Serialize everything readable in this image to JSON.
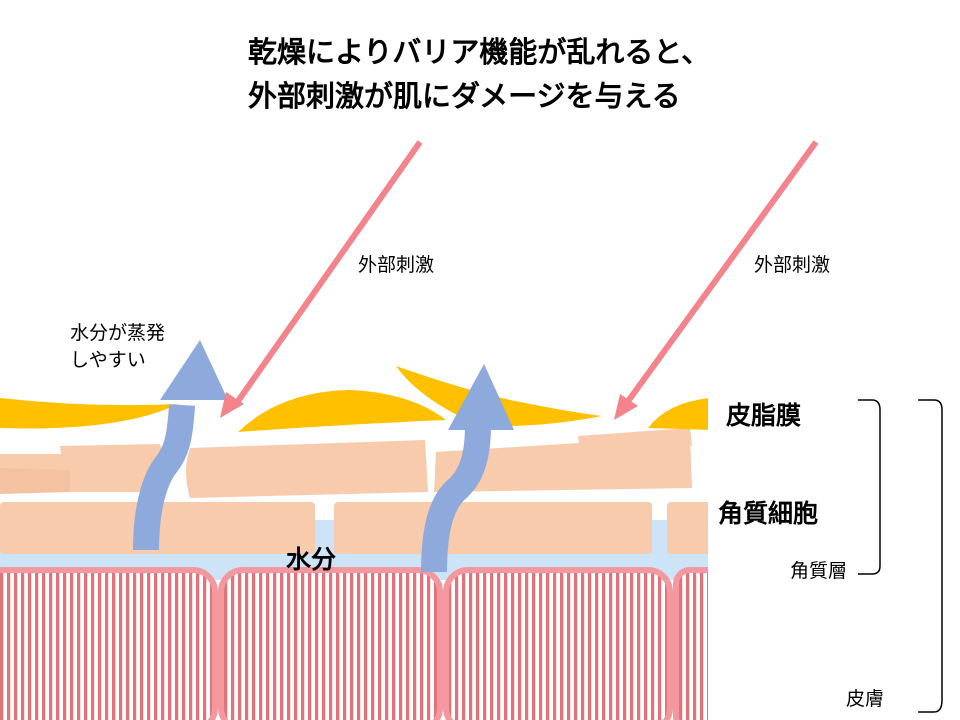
{
  "title": {
    "line1": "乾燥によりバリア機能が乱れると、",
    "line2": "外部刺激が肌にダメージを与える"
  },
  "labels": {
    "external_stimulus_1": "外部刺激",
    "external_stimulus_2": "外部刺激",
    "evaporation_line1": "水分が蒸発",
    "evaporation_line2": "しやすい",
    "sebum_film": "皮脂膜",
    "corneocytes": "角質細胞",
    "moisture": "水分",
    "stratum_corneum": "角質層",
    "skin": "皮膚"
  },
  "colors": {
    "sebum": "#FFC000",
    "corneocyte": "#F8CBAD",
    "moisture": "#CDE3F7",
    "cell_border": "#F4989F",
    "cell_stripe": "#E77079",
    "stimulus_arrow": "#F4838C",
    "evaporation_arrow": "#8EA9DB"
  },
  "icons": {
    "stimulus": "red-diagonal-arrow-icon",
    "evaporation": "blue-upward-arrow-icon"
  }
}
